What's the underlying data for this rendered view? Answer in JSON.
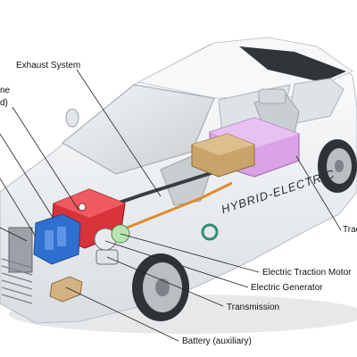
{
  "labels": {
    "exhaust": "Exhaust System",
    "engine_line1": "ne",
    "engine_line2": "d)",
    "traction_cut": "Trac",
    "motor": "Electric Traction Motor",
    "generator": "Electric Generator",
    "transmission": "Transmission",
    "battery_aux": "Battery (auxiliary)"
  },
  "vehicle_text": {
    "c_glyph": "C",
    "hybrid": "HYBRID-ELECTRIC"
  },
  "colors": {
    "traction_battery": "#d9a3e6",
    "engine_red": "#d8323a",
    "blue_module": "#2f6fd0",
    "tan_box": "#c9a46a",
    "car_body": "#eef1f4",
    "logo_green": "#2f8f6f"
  }
}
